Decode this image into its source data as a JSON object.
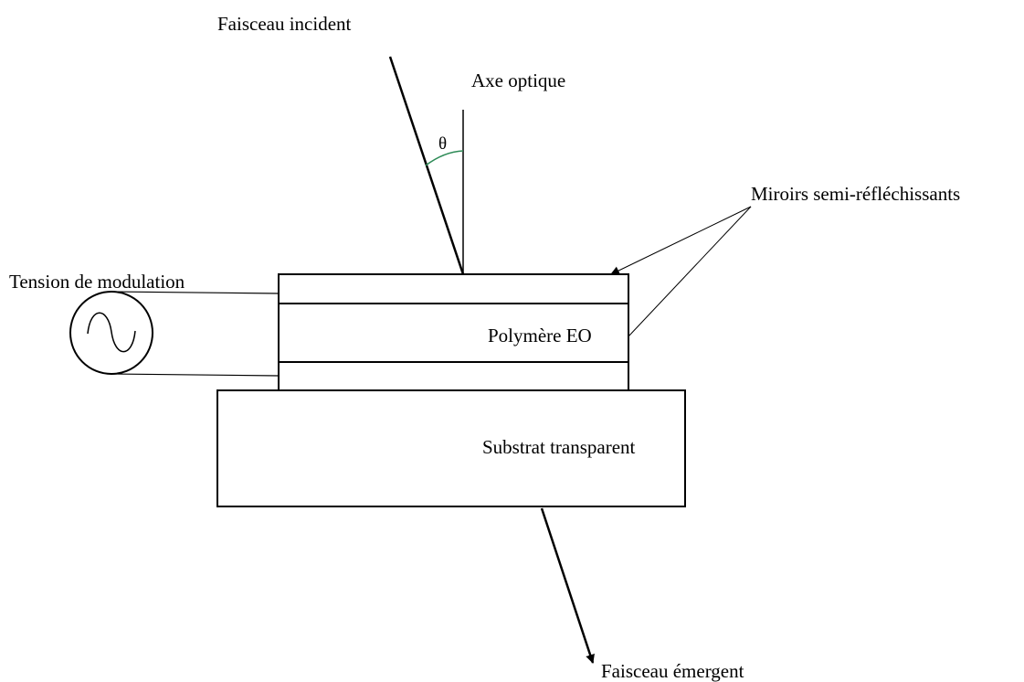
{
  "labels": {
    "incident_beam": "Faisceau incident",
    "optical_axis": "Axe optique",
    "angle": "θ",
    "mirrors": "Miroirs semi-réfléchissants",
    "modulation_voltage": "Tension de modulation",
    "polymer": "Polymère EO",
    "substrate": "Substrat transparent",
    "emergent_beam": "Faisceau émergent"
  },
  "colors": {
    "line": "#000000",
    "angle_arc": "#2e8b57",
    "background": "#ffffff"
  },
  "icons": {
    "voltage_source": "ac-sine-source-icon"
  }
}
